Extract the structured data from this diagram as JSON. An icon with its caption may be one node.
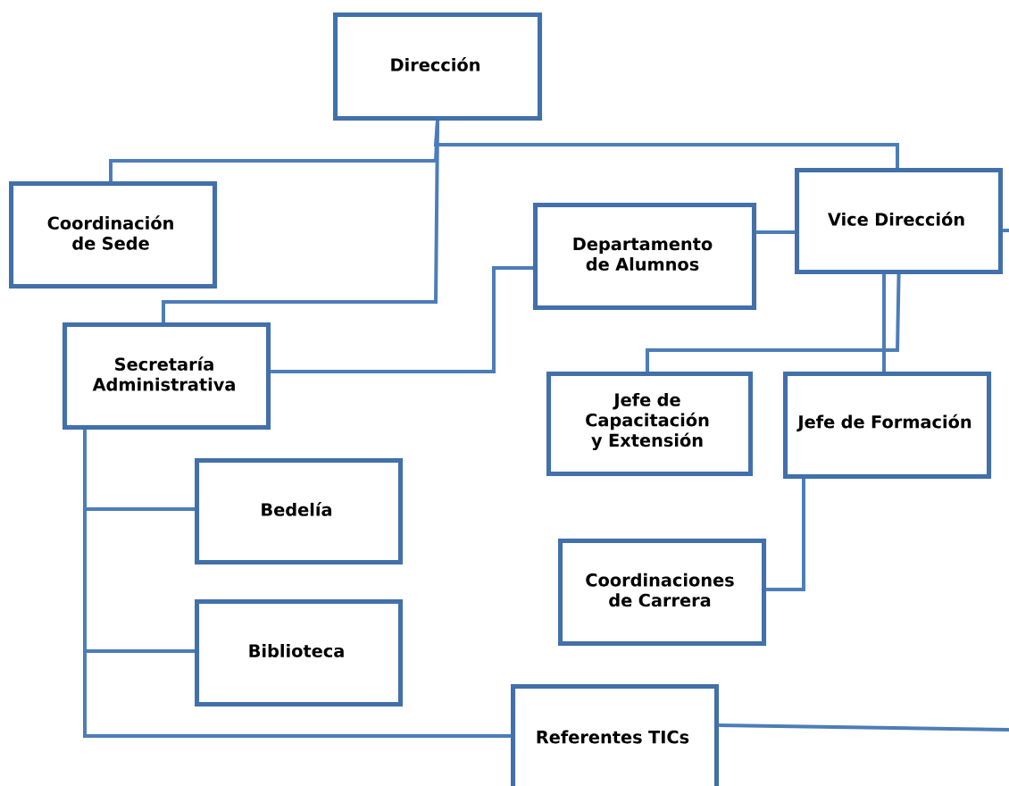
{
  "diagram": {
    "nodes": [
      {
        "text": [
          "Dirección"
        ]
      },
      {
        "text": [
          "Coordinación de Sede"
        ]
      },
      {
        "text": [
          "Departamento de Alumnos"
        ]
      },
      {
        "text": [
          "Vice Dirección"
        ]
      },
      {
        "text": [
          "Secretaría Administrativa"
        ]
      },
      {
        "text": [
          "Jefe de Capacitación y Extensión"
        ]
      },
      {
        "text": [
          "Jefe de Formación"
        ]
      },
      {
        "text": [
          "Bedelía"
        ]
      },
      {
        "text": [
          "Coordinaciones de Carrera"
        ]
      },
      {
        "text": [
          "Biblioteca"
        ]
      },
      {
        "text": [
          "Referentes TICs"
        ]
      }
    ],
    "edges": [
      {
        "from": 0,
        "to": 1,
        "arrow": "none"
      },
      {
        "from": 0,
        "to": 4,
        "arrow": "none"
      },
      {
        "from": 0,
        "to": 3,
        "arrow": "none"
      },
      {
        "from": 3,
        "to": 2,
        "arrow": "none"
      },
      {
        "from": 4,
        "to": 2,
        "arrow": "none"
      },
      {
        "from": 3,
        "to": 5,
        "arrow": "none"
      },
      {
        "from": 3,
        "to": 6,
        "arrow": "none"
      },
      {
        "from": 6,
        "to": 8,
        "arrow": "none"
      },
      {
        "from": 4,
        "to": 7,
        "arrow": "none"
      },
      {
        "from": 4,
        "to": 9,
        "arrow": "none"
      },
      {
        "from": 4,
        "to": 10,
        "arrow": "none"
      },
      {
        "from": 3,
        "to": null,
        "arrow": "none"
      },
      {
        "from": 10,
        "to": null,
        "arrow": "none"
      }
    ]
  }
}
